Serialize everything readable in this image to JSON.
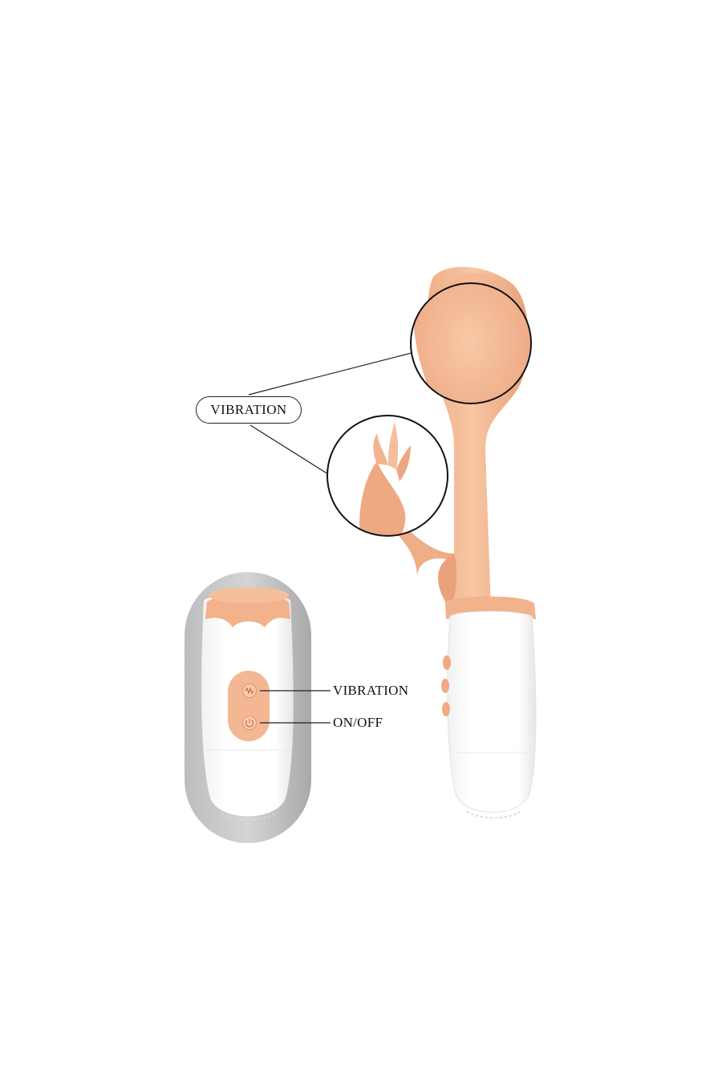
{
  "callouts": {
    "feature_pill_label": "VIBRATION",
    "remote_vibration_label": "VIBRATION",
    "remote_onoff_label": "ON/OFF"
  },
  "colors": {
    "skin_tone": "#f3b891",
    "skin_shadow": "#e89a73",
    "handle_white": "#ffffff",
    "remote_backdrop": "#b5b5b5",
    "line": "#222222"
  },
  "icons": {
    "vibration_button": "vibration-wave-icon",
    "power_button": "power-icon"
  }
}
